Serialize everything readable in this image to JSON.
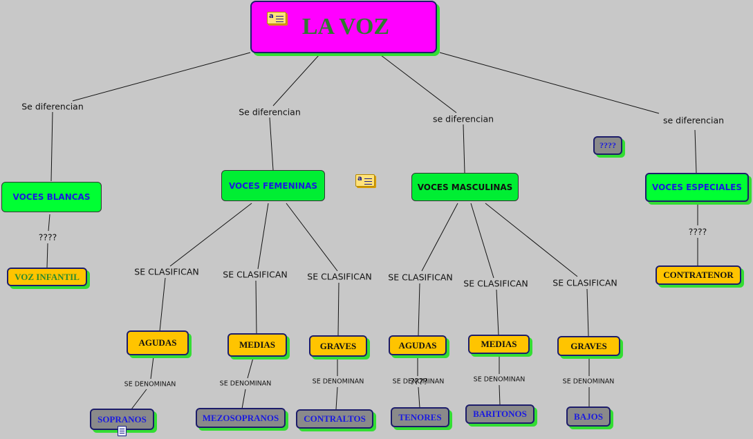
{
  "title": "LA VOZ",
  "nodes": {
    "blancas": "VOCES BLANCAS",
    "femeninas": "VOCES FEMENINAS",
    "masculinas": "VOCES MASCULINAS",
    "especiales": "VOCES ESPECIALES",
    "infantil": "VOZ INFANTIL",
    "contratenor": "CONTRATENOR",
    "unknown": "????",
    "fem_agudas": "AGUDAS",
    "fem_medias": "MEDIAS",
    "fem_graves": "GRAVES",
    "mas_agudas": "AGUDAS",
    "mas_medias": "MEDIAS",
    "mas_graves": "GRAVES",
    "sopranos": "SOPRANOS",
    "mezosopranos": "MEZOSOPRANOS",
    "contraltos": "CONTRALTOS",
    "tenores": "TENORES",
    "baritonos": "BARITONOS",
    "bajos": "BAJOS"
  },
  "labels": {
    "dif_blancas": "Se diferencian",
    "dif_femeninas": "Se diferencian",
    "dif_masculinas": "se diferencian",
    "dif_especiales": "se diferencian",
    "q_blancas": "????",
    "q_especiales": "????",
    "clas_fem_agudas": "SE CLASIFICAN",
    "clas_fem_medias": "SE CLASIFICAN",
    "clas_fem_graves": "SE CLASIFICAN",
    "clas_mas_agudas": "SE CLASIFICAN",
    "clas_mas_medias": "SE CLASIFICAN",
    "clas_mas_graves": "SE CLASIFICAN",
    "den_fem_agudas": "SE DENOMINAN",
    "den_fem_medias": "SE DENOMINAN",
    "den_fem_graves": "SE DENOMINAN",
    "den_mas_agudas": "SE DENOMINAN",
    "den_mas_agudas_q": "????",
    "den_mas_medias": "SE DENOMINAN",
    "den_mas_graves": "SE DENOMINAN"
  },
  "icons": {
    "title_note": "annotation-note-icon",
    "floating_note": "annotation-note-icon",
    "sopranos_doc": "document-icon"
  },
  "colors": {
    "background": "#c8c8c8",
    "title_fill": "#ff00ff",
    "title_text": "#2f7a2f",
    "category_fill": "#00ff33",
    "category_text": "#1a1ae0",
    "class_fill": "#ffc400",
    "name_fill": "#8a8a8a",
    "name_text": "#1a1ae0",
    "shadow": "#33dd33",
    "border": "#1c1c6a"
  }
}
